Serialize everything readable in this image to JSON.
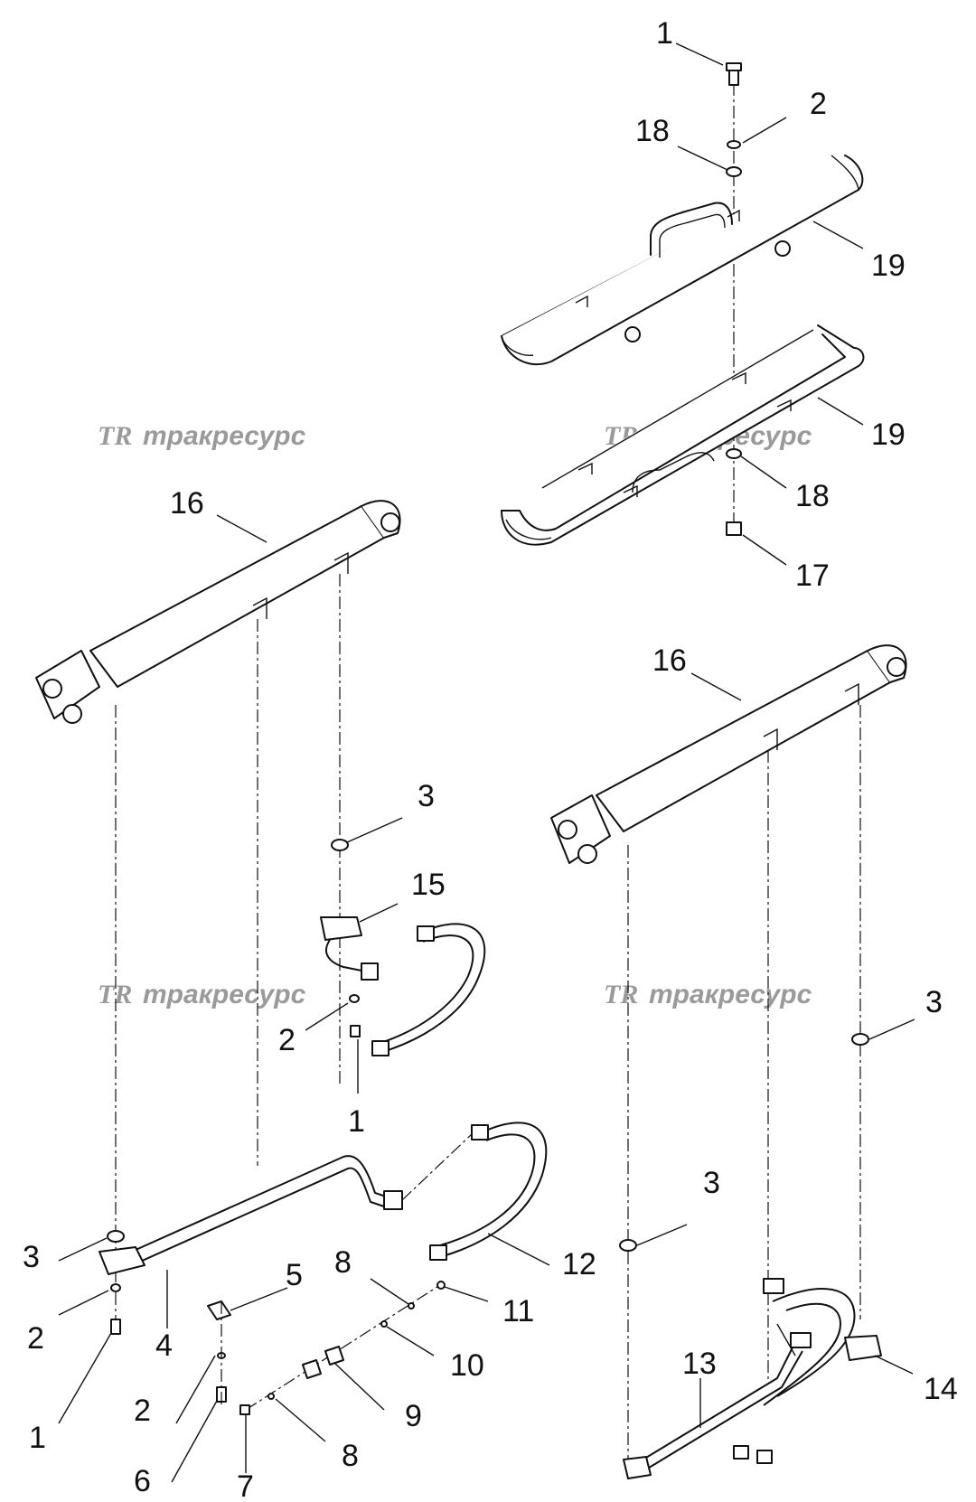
{
  "watermark": {
    "logo": "TR",
    "text": "тракресурс"
  },
  "callouts": [
    {
      "id": "c1-top",
      "label": "1"
    },
    {
      "id": "c2-top",
      "label": "2"
    },
    {
      "id": "c18-top",
      "label": "18"
    },
    {
      "id": "c19-top",
      "label": "19"
    },
    {
      "id": "c19-bottom",
      "label": "19"
    },
    {
      "id": "c18-bottom",
      "label": "18"
    },
    {
      "id": "c17",
      "label": "17"
    },
    {
      "id": "c16-left",
      "label": "16"
    },
    {
      "id": "c16-right",
      "label": "16"
    },
    {
      "id": "c3-left-upper",
      "label": "3"
    },
    {
      "id": "c15",
      "label": "15"
    },
    {
      "id": "c2-mid",
      "label": "2"
    },
    {
      "id": "c1-mid",
      "label": "1"
    },
    {
      "id": "c3-right-upper",
      "label": "3"
    },
    {
      "id": "c3-right-lower",
      "label": "3"
    },
    {
      "id": "c3-left-lower",
      "label": "3"
    },
    {
      "id": "c12",
      "label": "12"
    },
    {
      "id": "c8-upper",
      "label": "8"
    },
    {
      "id": "c11",
      "label": "11"
    },
    {
      "id": "c5",
      "label": "5"
    },
    {
      "id": "c4",
      "label": "4"
    },
    {
      "id": "c2-left-lower",
      "label": "2"
    },
    {
      "id": "c10",
      "label": "10"
    },
    {
      "id": "c13",
      "label": "13"
    },
    {
      "id": "c14",
      "label": "14"
    },
    {
      "id": "c1-left-lower",
      "label": "1"
    },
    {
      "id": "c2-bottom",
      "label": "2"
    },
    {
      "id": "c9",
      "label": "9"
    },
    {
      "id": "c8-lower",
      "label": "8"
    },
    {
      "id": "c6",
      "label": "6"
    },
    {
      "id": "c7",
      "label": "7"
    }
  ]
}
